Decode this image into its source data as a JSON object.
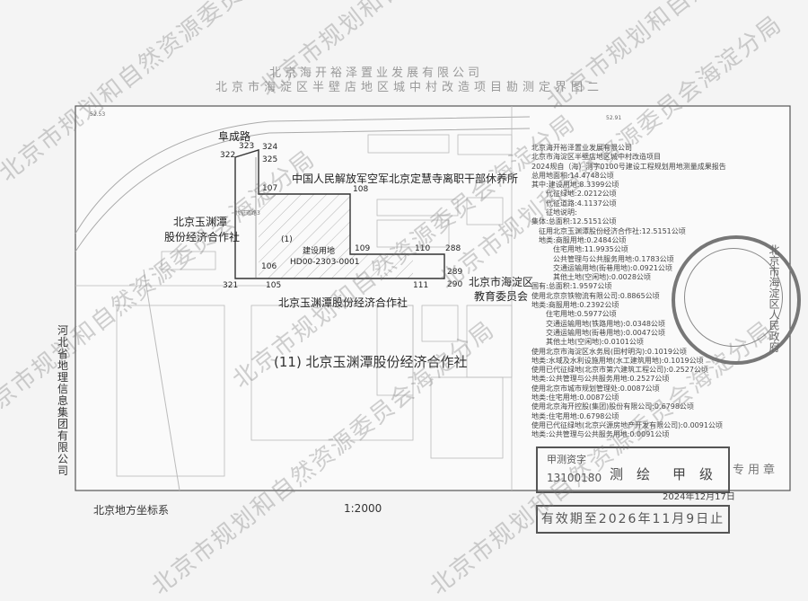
{
  "header": {
    "company": "北京海开裕泽置业发展有限公司",
    "title": "北京市海淀区半壁店地区城中村改造项目勘测定界图二"
  },
  "map_labels": {
    "road": "阜成路",
    "north_neighbor": "中国人民解放军空军北京定慧寺离职干部休养所",
    "west_neighbor_line1": "北京玉渊潭",
    "west_neighbor_line2": "股份经济合作社",
    "south_neighbor": "北京玉渊潭股份经济合作社",
    "east_neighbor_line1": "北京市海淀区",
    "east_neighbor_line2": "教育委员会",
    "big_parcel": "(11) 北京玉渊潭股份经济合作社",
    "parcel_no": "(1)",
    "parcel_use": "建设用地",
    "parcel_code": "HD00-2303-0001",
    "road_strip": "代征道路3",
    "elev_top_left": "52.53",
    "elev_top_right": "52.91"
  },
  "boundary_points": [
    "322",
    "323",
    "324",
    "325",
    "107",
    "108",
    "109",
    "110",
    "288",
    "289",
    "290",
    "111",
    "105",
    "106",
    "321"
  ],
  "info_block": [
    "北京海开裕泽置业发展有限公司",
    "北京市海淀区半壁店地区城中村改造项目",
    "2024规自（海）测字0100号建设工程规划用地测量成果报告",
    "总用地面积:14.4748公顷",
    "其中:建设用地:8.3399公顷",
    "　　代征绿地:2.0212公顷",
    "　　代征道路:4.1137公顷",
    "　　征地说明:",
    "集体:总面积:12.5151公顷",
    "　征用北京玉渊潭股份经济合作社:12.5151公顷",
    "　地类:商服用地:0.2484公顷",
    "　　　住宅用地:11.9935公顷",
    "　　　公共管理与公共服务用地:0.1783公顷",
    "　　　交通运输用地(街巷用地):0.0921公顷",
    "　　　其他土地(空闲地):0.0028公顷",
    "国有:总面积:1.9597公顷",
    "使用北京京铁物流有限公司:0.8865公顷",
    "地类:商服用地:0.2392公顷",
    "　　住宅用地:0.5977公顷",
    "　　交通运输用地(铁路用地):0.0348公顷",
    "　　交通运输用地(街巷用地):0.0047公顷",
    "　　其他土地(空闲地):0.0101公顷",
    "使用北京市海淀区水务局(田村明沟):0.1019公顷",
    "地类:水域及水利设施用地(水工建筑用地):0.1019公顷",
    "使用已代征绿地(北京市第六建筑工程公司):0.2527公顷",
    "地类:公共管理与公共服务用地:0.2527公顷",
    "使用北京市城市规划管理处:0.0087公顷",
    "地类:住宅用地:0.0087公顷",
    "使用北京海开控股(集团)股份有限公司:0.6798公顷",
    "地类:住宅用地:0.6798公顷",
    "使用已代征绿地(北京兴源房地产开发有限公司):0.0091公顷",
    "地类:公共管理与公共服务用地:0.0091公顷"
  ],
  "stamp": {
    "text": "北京市海淀区人民政府"
  },
  "certificate": {
    "prefix": "甲测资字",
    "number": "13100180",
    "type": "测　绘",
    "grade": "甲　级",
    "seal_text": "专用章",
    "date": "2024年12月17日",
    "validity": "有效期至2026年11月9日止"
  },
  "footer": {
    "coord_system": "北京地方坐标系",
    "scale": "1:2000",
    "surveyor": "河北省地理信息集团有限公司"
  },
  "watermark": "北京市规划和自然资源委员会海淀分局"
}
